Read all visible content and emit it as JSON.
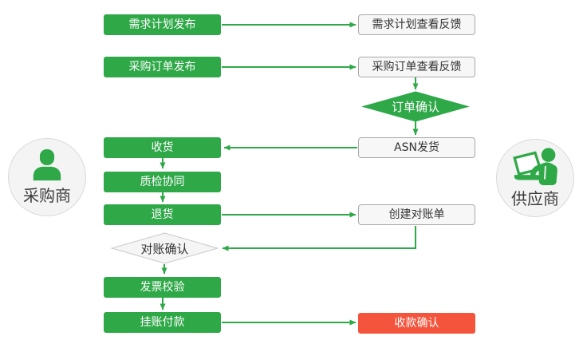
{
  "actors": {
    "buyer": {
      "label": "采购商",
      "icon": "person-icon"
    },
    "supplier": {
      "label": "供应商",
      "icon": "person-with-laptop-icon"
    }
  },
  "nodes": {
    "demand_plan_publish": {
      "label": "需求计划发布",
      "type": "process-green"
    },
    "demand_plan_feedback": {
      "label": "需求计划查看反馈",
      "type": "process-plain"
    },
    "po_publish": {
      "label": "采购订单发布",
      "type": "process-green"
    },
    "po_feedback": {
      "label": "采购订单查看反馈",
      "type": "process-plain"
    },
    "order_confirm": {
      "label": "订单确认",
      "type": "decision-green"
    },
    "asn_ship": {
      "label": "ASN发货",
      "type": "process-plain"
    },
    "receive": {
      "label": "收货",
      "type": "process-green"
    },
    "quality_check": {
      "label": "质检协同",
      "type": "process-green"
    },
    "return_goods": {
      "label": "退货",
      "type": "process-green"
    },
    "create_statement": {
      "label": "创建对账单",
      "type": "process-plain"
    },
    "statement_confirm": {
      "label": "对账确认",
      "type": "decision-gray"
    },
    "invoice_verify": {
      "label": "发票校验",
      "type": "process-green"
    },
    "payment": {
      "label": "挂账付款",
      "type": "process-green"
    },
    "receipt_confirm": {
      "label": "收款确认",
      "type": "process-red"
    }
  },
  "colors": {
    "green": "#2fa848",
    "red": "#f4543c",
    "plain_box_fill": "#f7f7f7",
    "plain_box_border": "#a9a9a9",
    "gray_diamond_fill": "#f5f5f5",
    "gray_diamond_border": "#c9c9c9",
    "actor_circle_fill": "#f4f4f4",
    "actor_circle_border": "#d9d9d9",
    "text_dark": "#333333",
    "text_white": "#ffffff"
  }
}
